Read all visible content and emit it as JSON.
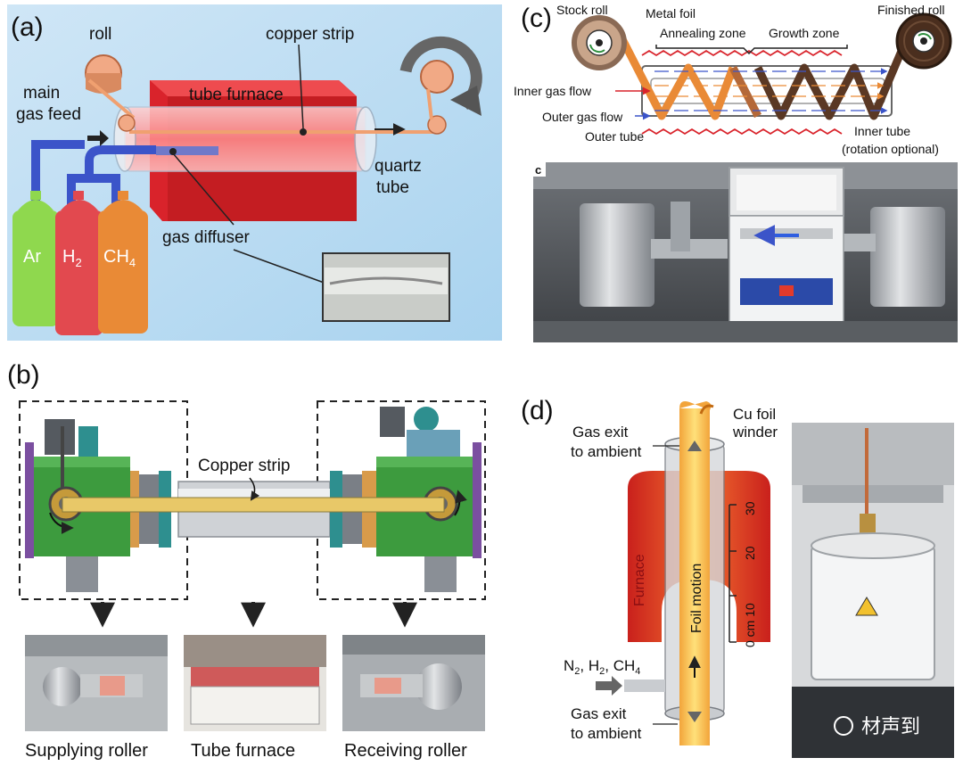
{
  "panel_a": {
    "tag": "(a)",
    "labels": {
      "roll": "roll",
      "copper_strip": "copper strip",
      "tube_furnace": "tube furnace",
      "gas_feed_1": "main",
      "gas_feed_2": "gas feed",
      "quartz_1": "quartz",
      "quartz_2": "tube",
      "gas_diffuser": "gas diffuser"
    },
    "cylinders": {
      "ar": "Ar",
      "h2_base": "H",
      "h2_sub": "2",
      "ch4_base": "CH",
      "ch4_sub": "4"
    }
  },
  "panel_b": {
    "tag": "(b)",
    "copper_strip": "Copper strip",
    "captions": {
      "supplying": "Supplying roller",
      "furnace": "Tube furnace",
      "receiving": "Receiving roller"
    }
  },
  "panel_c": {
    "tag": "(c)",
    "photo_tag": "c",
    "labels": {
      "stock_roll": "Stock roll",
      "metal_foil": "Metal foil",
      "annealing": "Annealing zone",
      "growth": "Growth zone",
      "finished_roll": "Finished roll",
      "inner_gas": "Inner gas flow",
      "outer_gas": "Outer gas flow",
      "outer_tube": "Outer tube",
      "inner_tube": "Inner tube",
      "rotation": "(rotation optional)"
    }
  },
  "panel_d": {
    "tag": "(d)",
    "labels": {
      "cu_foil_1": "Cu foil",
      "cu_foil_2": "winder",
      "gas_exit_top_1": "Gas exit",
      "gas_exit_top_2": "to ambient",
      "furnace": "Furnace",
      "foil_motion": "Foil motion",
      "scale_unit": "0 cm 10",
      "tick_20": "20",
      "tick_30": "30",
      "gas_exit_bot_1": "Gas exit",
      "gas_exit_bot_2": "to ambient"
    },
    "gases": {
      "n": "N",
      "n_sub": "2",
      "h": "H",
      "h_sub": "2",
      "ch": "CH",
      "ch_sub": "4",
      "sep": ", "
    }
  },
  "watermark": "材声到",
  "colors": {
    "furnace_red": "#d9232b",
    "copper": "#e79a6a",
    "gas_blue": "#3b54c9",
    "ar_green": "#8fd84e",
    "h2_red": "#e2494f",
    "ch4_orange": "#e98a36",
    "chamber_green": "#3d9b3e",
    "foil_yellow": "#f7c234"
  }
}
